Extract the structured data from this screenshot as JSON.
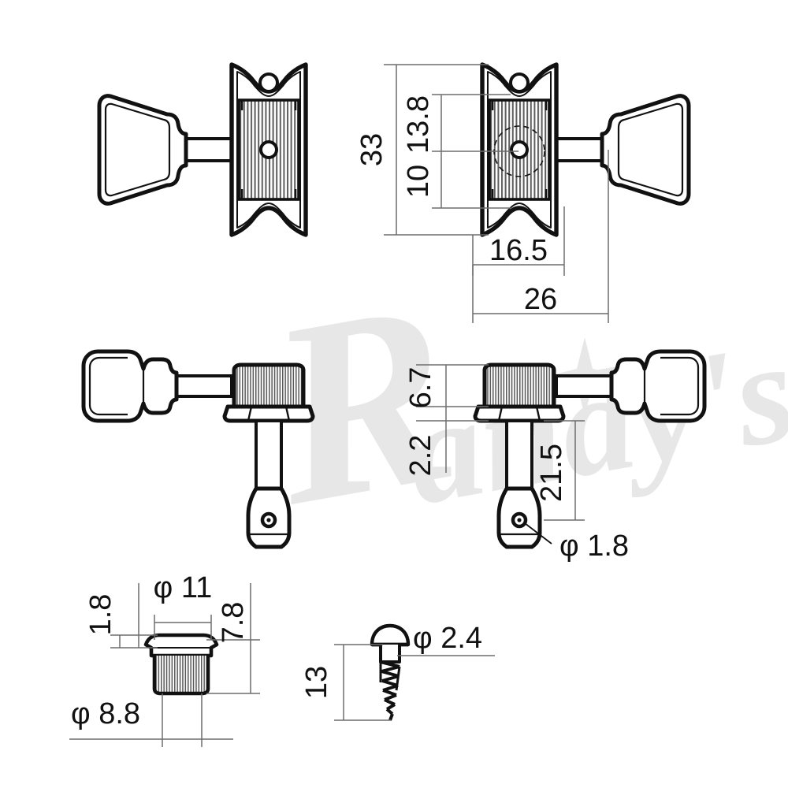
{
  "drawing": {
    "title": "Guitar tuning machine head technical dimension drawing",
    "units": "mm",
    "line_color": "#111111",
    "thin_line_color": "#6d6d6d",
    "hatch_color": "#5a5a5a",
    "background": "#ffffff"
  },
  "watermark": {
    "text": "Randy's",
    "color": "#e6e6e6",
    "sparkle": "four-point-star"
  },
  "views": [
    {
      "id": "plan-left",
      "label": "tuner-plan-view-left",
      "mirrored": false
    },
    {
      "id": "plan-right",
      "label": "tuner-plan-view-right",
      "mirrored": true
    },
    {
      "id": "side-left",
      "label": "tuner-side-view-left",
      "mirrored": false
    },
    {
      "id": "side-right",
      "label": "tuner-side-view-right",
      "mirrored": true
    },
    {
      "id": "bushing",
      "label": "bushing-detail-view",
      "mirrored": false
    },
    {
      "id": "screw",
      "label": "mounting-screw-detail",
      "mirrored": false
    }
  ],
  "dimensions": {
    "plan": [
      {
        "name": "overall-height",
        "value": "33",
        "orientation": "vertical"
      },
      {
        "name": "hole-spacing-upper",
        "value": "13.8",
        "orientation": "vertical"
      },
      {
        "name": "hole-spacing-lower",
        "value": "10",
        "orientation": "vertical"
      },
      {
        "name": "plate-width",
        "value": "16.5",
        "orientation": "horizontal"
      },
      {
        "name": "overall-width",
        "value": "26",
        "orientation": "horizontal"
      }
    ],
    "side": [
      {
        "name": "housing-height",
        "value": "6.7",
        "orientation": "vertical"
      },
      {
        "name": "flange-height",
        "value": "2.2",
        "orientation": "vertical"
      },
      {
        "name": "post-length",
        "value": "21.5",
        "orientation": "vertical"
      },
      {
        "name": "string-hole-diameter",
        "value": "φ 1.8",
        "orientation": "leader"
      }
    ],
    "bushing": [
      {
        "name": "flange-thickness",
        "value": "1.8",
        "orientation": "vertical"
      },
      {
        "name": "flange-diameter",
        "value": "φ 11",
        "orientation": "horizontal"
      },
      {
        "name": "bushing-height",
        "value": "7.8",
        "orientation": "vertical"
      },
      {
        "name": "body-diameter",
        "value": "φ 8.8",
        "orientation": "horizontal"
      }
    ],
    "screw": [
      {
        "name": "screw-length",
        "value": "13",
        "orientation": "vertical"
      },
      {
        "name": "screw-head-diameter",
        "value": "φ 2.4",
        "orientation": "leader"
      }
    ]
  }
}
